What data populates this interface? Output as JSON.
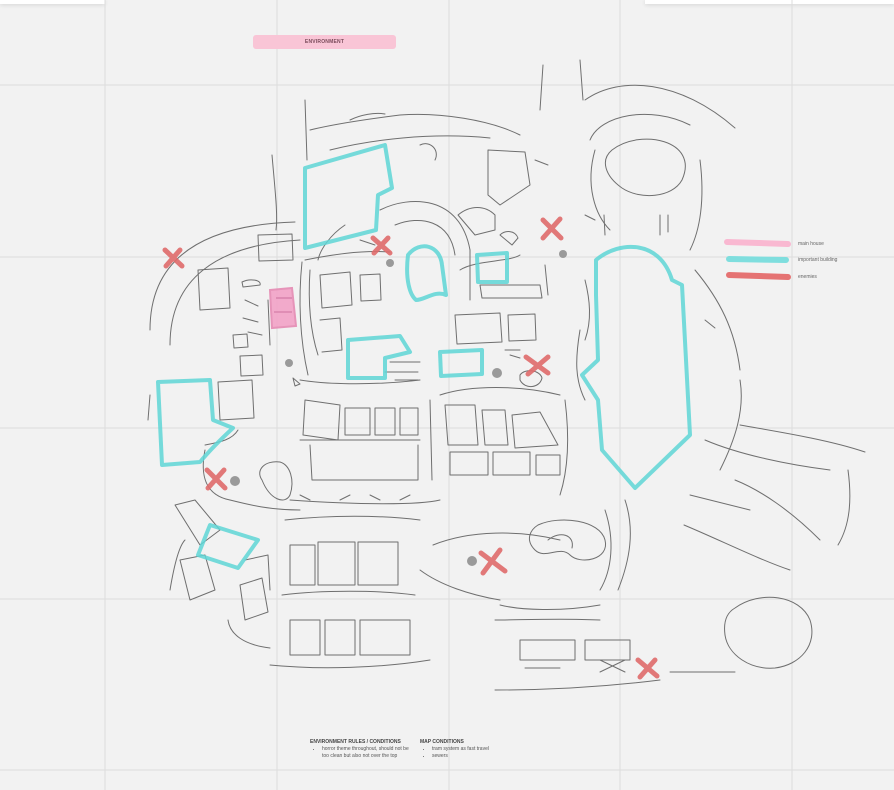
{
  "board": {
    "title_tag": "ENVIRONMENT",
    "colors": {
      "background": "#f2f2f2",
      "grid": "#dcdcdc",
      "sketch": "#6f6f6f",
      "main_house": "#f3a3c7",
      "important_building": "#5fd6d6",
      "enemies": "#e06b6b",
      "marker_dot": "#9a9a9a"
    }
  },
  "legend": {
    "items": [
      {
        "label": "main house",
        "color": "#f9b8d1"
      },
      {
        "label": "important building",
        "color": "#7fdede"
      },
      {
        "label": "enemies",
        "color": "#e57373"
      }
    ]
  },
  "notes": {
    "environment": {
      "heading": "ENVIRONMENT RULES / CONDITIONS",
      "items": [
        "horror theme throughout, should not be too clean but also not over the top"
      ]
    },
    "map": {
      "heading": "MAP CONDITIONS",
      "items": [
        "tram system as fast travel",
        "sewers"
      ]
    }
  }
}
